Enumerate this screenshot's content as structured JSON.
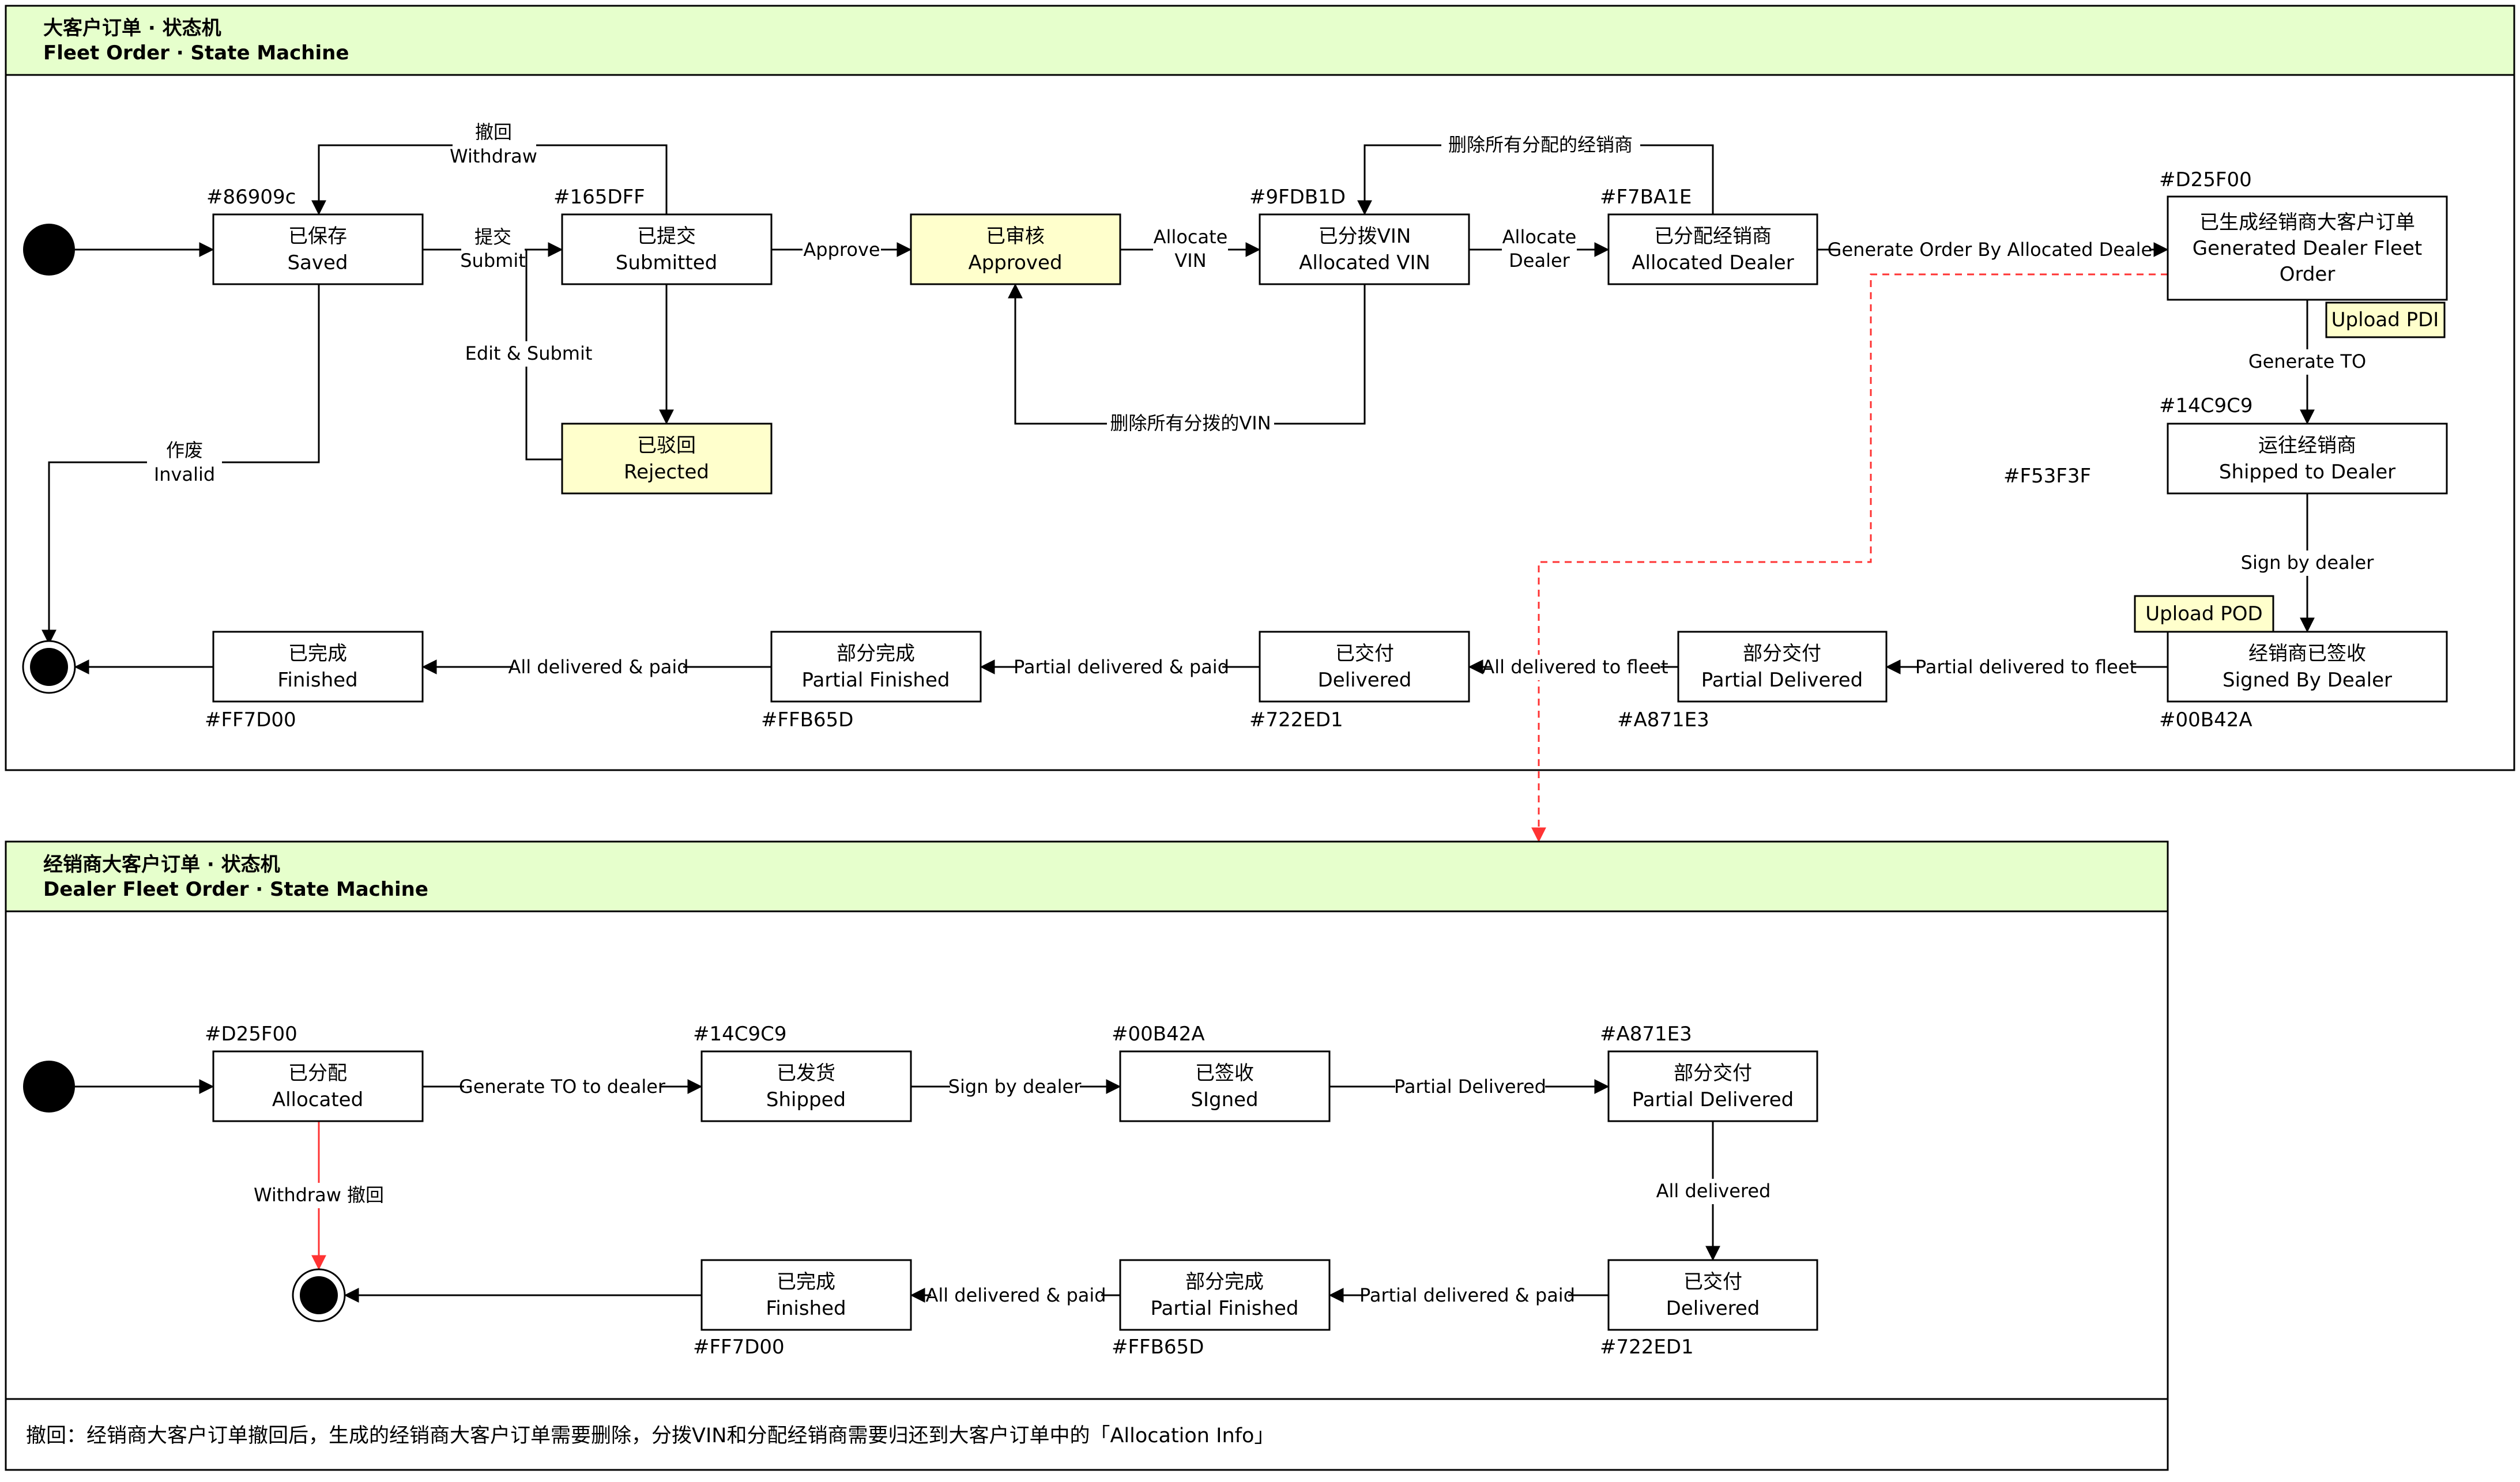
{
  "panel1": {
    "title_zh": "大客户订单 · 状态机",
    "title_en": "Fleet Order · State Machine"
  },
  "panel2": {
    "title_zh": "经销商大客户订单 · 状态机",
    "title_en": "Dealer Fleet Order · State Machine",
    "note": "撤回：经销商大客户订单撤回后，生成的经销商大客户订单需要删除，分拨VIN和分配经销商需要归还到大客户订单中的「Allocation Info」"
  },
  "states": {
    "saved": {
      "zh": "已保存",
      "en": "Saved",
      "code": "#86909c"
    },
    "submitted": {
      "zh": "已提交",
      "en": "Submitted",
      "code": "#165DFF"
    },
    "approved": {
      "zh": "已审核",
      "en": "Approved"
    },
    "allocated_vin": {
      "zh": "已分拨VIN",
      "en": "Allocated VIN",
      "code": "#9FDB1D"
    },
    "allocated_dealer": {
      "zh": "已分配经销商",
      "en": "Allocated Dealer",
      "code": "#F7BA1E"
    },
    "generated": {
      "l1": "已生成经销商大客户订单",
      "l2": "Generated Dealer Fleet",
      "l3": "Order",
      "code": "#D25F00"
    },
    "rejected": {
      "zh": "已驳回",
      "en": "Rejected"
    },
    "shipped_to_dealer": {
      "zh": "运往经销商",
      "en": "Shipped to Dealer",
      "code": "#14C9C9"
    },
    "signed_by_dealer": {
      "zh": "经销商已签收",
      "en": "Signed By Dealer",
      "code": "#00B42A"
    },
    "partial_delivered": {
      "zh": "部分交付",
      "en": "Partial Delivered",
      "code": "#A871E3"
    },
    "delivered": {
      "zh": "已交付",
      "en": "Delivered",
      "code": "#722ED1"
    },
    "partial_finished": {
      "zh": "部分完成",
      "en": "Partial Finished",
      "code": "#FFB65D"
    },
    "finished": {
      "zh": "已完成",
      "en": "Finished",
      "code": "#FF7D00"
    },
    "stray_code": "#F53F3F"
  },
  "notes": {
    "upload_pdi": "Upload PDI",
    "upload_pod": "Upload POD"
  },
  "edges": {
    "withdraw_zh": "撤回",
    "withdraw_en": "Withdraw",
    "submit_zh": "提交",
    "submit_en": "Submit",
    "approve": "Approve",
    "edit_submit": "Edit & Submit",
    "allocate_vin_1": "Allocate",
    "allocate_vin_2": "VIN",
    "allocate_dealer_1": "Allocate",
    "allocate_dealer_2": "Dealer",
    "delete_dealers": "删除所有分配的经销商",
    "delete_vins": "删除所有分拨的VIN",
    "generate_order": "Generate Order By Allocated Dealer",
    "invalid_zh": "作废",
    "invalid_en": "Invalid",
    "generate_to": "Generate TO",
    "sign_by_dealer": "Sign by dealer",
    "partial_to_fleet": "Partial delivered to fleet",
    "all_to_fleet": "All delivered to fleet",
    "partial_paid": "Partial delivered & paid",
    "all_paid": "All delivered & paid"
  },
  "dealer": {
    "allocated": {
      "zh": "已分配",
      "en": "Allocated",
      "code": "#D25F00"
    },
    "shipped": {
      "zh": "已发货",
      "en": "Shipped",
      "code": "#14C9C9"
    },
    "signed": {
      "zh": "已签收",
      "en": "SIgned",
      "code": "#00B42A"
    },
    "partial_delivered": {
      "zh": "部分交付",
      "en": "Partial Delivered",
      "code": "#A871E3"
    },
    "delivered": {
      "zh": "已交付",
      "en": "Delivered",
      "code": "#722ED1"
    },
    "partial_finished": {
      "zh": "部分完成",
      "en": "Partial Finished",
      "code": "#FFB65D"
    },
    "finished": {
      "zh": "已完成",
      "en": "Finished",
      "code": "#FF7D00"
    },
    "edges": {
      "generate_to_dealer": "Generate TO to dealer",
      "sign_by_dealer": "Sign by dealer",
      "partial_delivered": "Partial Delivered",
      "all_delivered": "All delivered",
      "partial_paid": "Partial delivered & paid",
      "all_paid": "All delivered & paid",
      "withdraw": "Withdraw 撤回"
    }
  }
}
